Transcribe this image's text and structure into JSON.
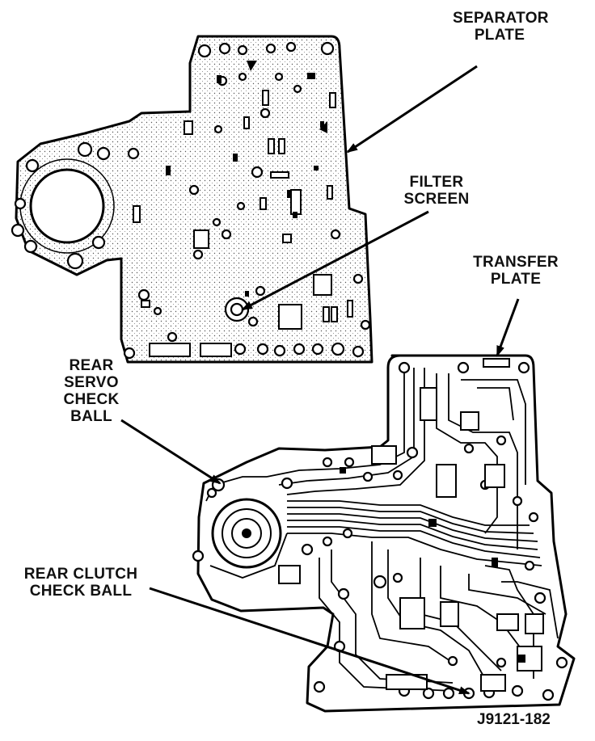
{
  "diagram": {
    "labels": [
      {
        "id": "separator-plate",
        "lines": [
          "SEPARATOR",
          "PLATE"
        ]
      },
      {
        "id": "filter-screen",
        "lines": [
          "FILTER",
          "SCREEN"
        ]
      },
      {
        "id": "transfer-plate",
        "lines": [
          "TRANSFER",
          "PLATE"
        ]
      },
      {
        "id": "rear-servo-check-ball",
        "lines": [
          "REAR",
          "SERVO",
          "CHECK",
          "BALL"
        ]
      },
      {
        "id": "rear-clutch-check-ball",
        "lines": [
          "REAR CLUTCH",
          "CHECK BALL"
        ]
      }
    ],
    "figure_code": "J9121-182"
  }
}
